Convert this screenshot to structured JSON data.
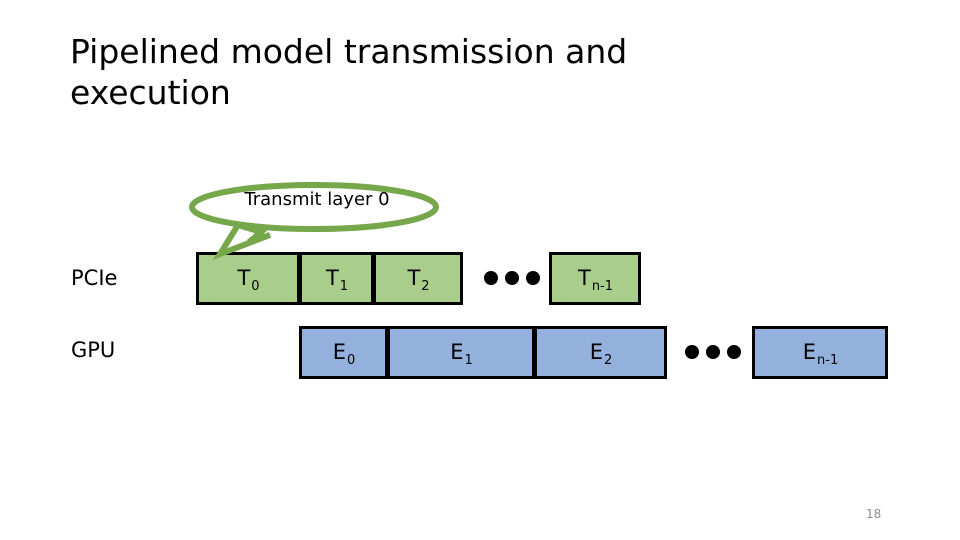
{
  "slide": {
    "title": "Pipelined model transmission and execution",
    "page_number": "18",
    "colors": {
      "transmit_block_fill": "#a9ce8c",
      "execute_block_fill": "#93b1dc",
      "block_border": "#000000",
      "callout_outline": "#76a74a",
      "page_number_text": "#8c8c8c",
      "background": "#ffffff"
    }
  },
  "callout": {
    "text": "Transmit layer 0",
    "points_to": "blk-t0"
  },
  "rows": [
    {
      "label": "PCIe",
      "kind": "transmit",
      "blocks": [
        {
          "id": "blk-t0",
          "base": "T",
          "sub": "0"
        },
        {
          "id": "blk-t1",
          "base": "T",
          "sub": "1"
        },
        {
          "id": "blk-t2",
          "base": "T",
          "sub": "2"
        },
        {
          "id": "blk-tn",
          "base": "T",
          "sub": "n-1"
        }
      ],
      "ellipsis": "•••"
    },
    {
      "label": "GPU",
      "kind": "execute",
      "blocks": [
        {
          "id": "blk-e0",
          "base": "E",
          "sub": "0"
        },
        {
          "id": "blk-e1",
          "base": "E",
          "sub": "1"
        },
        {
          "id": "blk-e2",
          "base": "E",
          "sub": "2"
        },
        {
          "id": "blk-en",
          "base": "E",
          "sub": "n-1"
        }
      ],
      "ellipsis": "•••"
    }
  ]
}
